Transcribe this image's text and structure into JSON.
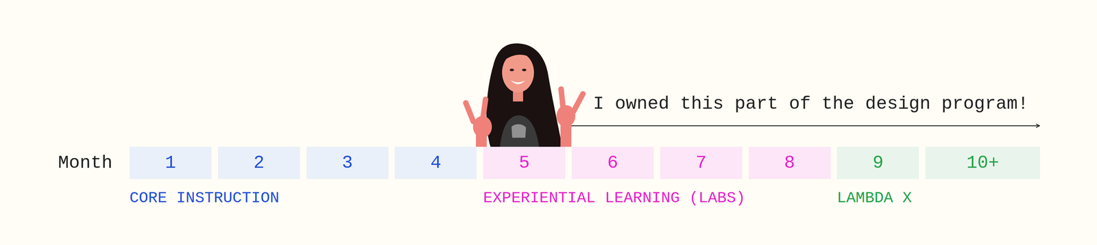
{
  "diagram": {
    "nodes": [
      {
        "text": [
          "1"
        ]
      },
      {
        "text": [
          "2"
        ]
      },
      {
        "text": [
          "3"
        ]
      },
      {
        "text": [
          "4"
        ]
      },
      {
        "text": [
          "5"
        ]
      },
      {
        "text": [
          "6"
        ]
      },
      {
        "text": [
          "7"
        ]
      },
      {
        "text": [
          "8"
        ]
      },
      {
        "text": [
          "9"
        ]
      },
      {
        "text": [
          "10+"
        ]
      }
    ],
    "labels": [
      "I owned this part of the design program!",
      "Month",
      "CORE INSTRUCTION",
      "EXPERIENTIAL LEARNING (LABS)",
      "LAMBDA X"
    ]
  }
}
